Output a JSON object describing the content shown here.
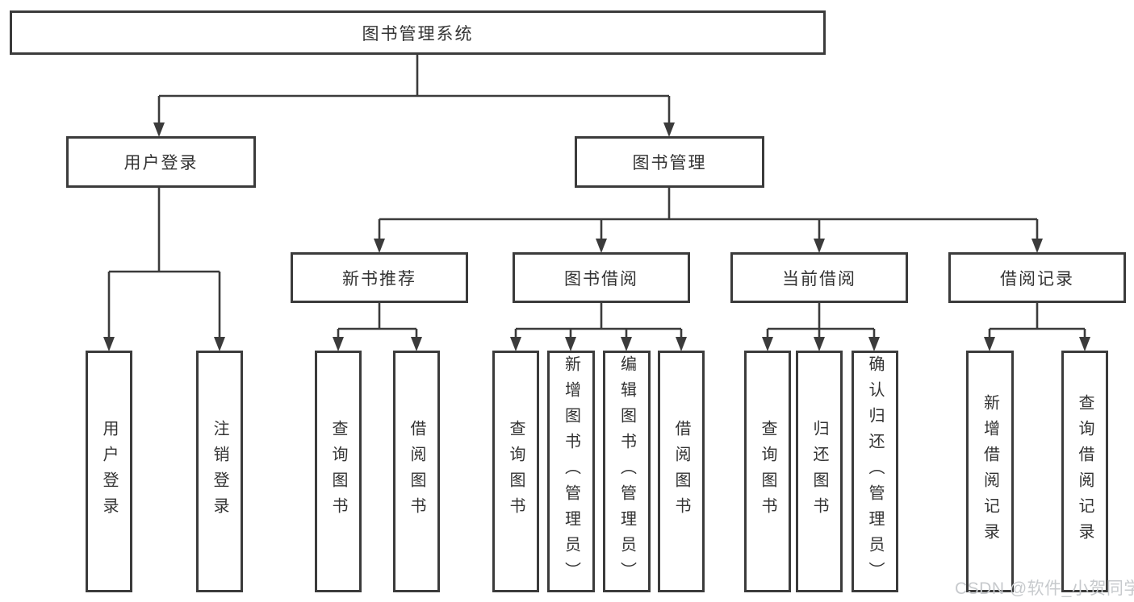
{
  "diagram": {
    "title": "图书管理系统",
    "root": {
      "label": "图书管理系统"
    },
    "level2": [
      {
        "label": "用户登录"
      },
      {
        "label": "图书管理"
      }
    ],
    "level3": [
      {
        "label": "新书推荐"
      },
      {
        "label": "图书借阅"
      },
      {
        "label": "当前借阅"
      },
      {
        "label": "借阅记录"
      }
    ],
    "leaves": {
      "user_login": [
        "用户登录",
        "注销登录"
      ],
      "new_book": [
        "查询图书",
        "借阅图书"
      ],
      "book_borrow": [
        "查询图书",
        "新增图书（管理员）",
        "编辑图书（管理员）",
        "借阅图书"
      ],
      "current_borrow": [
        "查询图书",
        "归还图书",
        "确认归还（管理员）"
      ],
      "borrow_record": [
        "新增借阅记录",
        "查询借阅记录"
      ]
    }
  },
  "watermark": "CSDN @软件_小贺同学",
  "colors": {
    "line": "#3b3b3b",
    "text": "#333333",
    "background": "#ffffff",
    "watermark": "#c7cacd"
  }
}
